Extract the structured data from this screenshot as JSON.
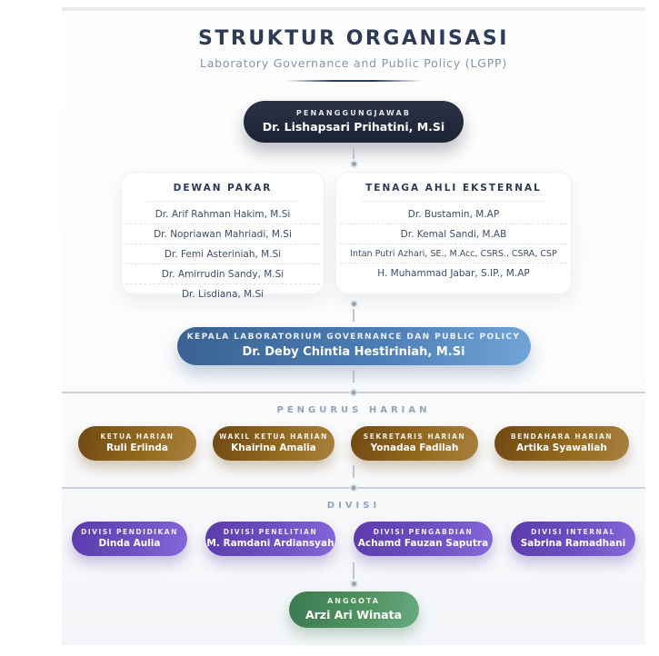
{
  "header": {
    "title": "STRUKTUR ORGANISASI",
    "subtitle": "Laboratory Governance and Public Policy (LGPP)"
  },
  "penanggungjawab": {
    "role": "PENANGGUNGJAWAB",
    "name": "Dr. Lishapsari Prihatini, M.Si"
  },
  "advisory": {
    "dewan_pakar": {
      "title": "DEWAN PAKAR",
      "members": [
        "Dr. Arif Rahman Hakim, M.Si",
        "Dr. Nopriawan Mahriadi, M.Si",
        "Dr. Femi Asteriniah, M.Si",
        "Dr. Amirrudin Sandy, M.Si",
        "Dr. Lisdiana, M.Si"
      ]
    },
    "tenaga_ahli": {
      "title": "TENAGA AHLI EKSTERNAL",
      "members": [
        "Dr. Bustamin, M.AP",
        "Dr. Kemal Sandi, M.AB",
        "Intan Putri Azhari, SE., M.Acc, CSRS., CSRA, CSP",
        "H. Muhammad Jabar, S.IP., M.AP"
      ]
    }
  },
  "kepala": {
    "role": "KEPALA LABORATORIUM GOVERNANCE DAN PUBLIC POLICY",
    "name": "Dr. Deby Chintia Hestiriniah, M.Si"
  },
  "pengurus_harian": {
    "section_label": "PENGURUS HARIAN",
    "positions": [
      {
        "role": "KETUA HARIAN",
        "name": "Ruli Erlinda"
      },
      {
        "role": "WAKIL KETUA HARIAN",
        "name": "Khairina Amalia"
      },
      {
        "role": "SEKRETARIS HARIAN",
        "name": "Yonadaa Fadilah"
      },
      {
        "role": "BENDAHARA HARIAN",
        "name": "Artika Syawaliah"
      }
    ]
  },
  "divisi": {
    "section_label": "DIVISI",
    "positions": [
      {
        "role": "DIVISI PENDIDIKAN",
        "name": "Dinda Aulia"
      },
      {
        "role": "DIVISI PENELITIAN",
        "name": "M. Ramdani Ardiansyah"
      },
      {
        "role": "DIVISI PENGABDIAN",
        "name": "Achamd Fauzan Saputra"
      },
      {
        "role": "DIVISI INTERNAL",
        "name": "Sabrina Ramadhani"
      }
    ]
  },
  "anggota": {
    "role": "ANGGOTA",
    "name": "Arzi Ari Winata"
  },
  "colors": {
    "title_navy": "#2d3b55",
    "subtitle_gray": "#8794a9",
    "dark_pill": "#1c2333",
    "blue_pill_start": "#3a6292",
    "blue_pill_end": "#71a5d8",
    "brown_pill_start": "#6f4913",
    "brown_pill_end": "#a8813f",
    "purple_pill_start": "#5b3aab",
    "purple_pill_end": "#8668da",
    "green_pill_start": "#3c7a50",
    "green_pill_end": "#68ab81",
    "connector_gray": "#c9cfd9"
  }
}
